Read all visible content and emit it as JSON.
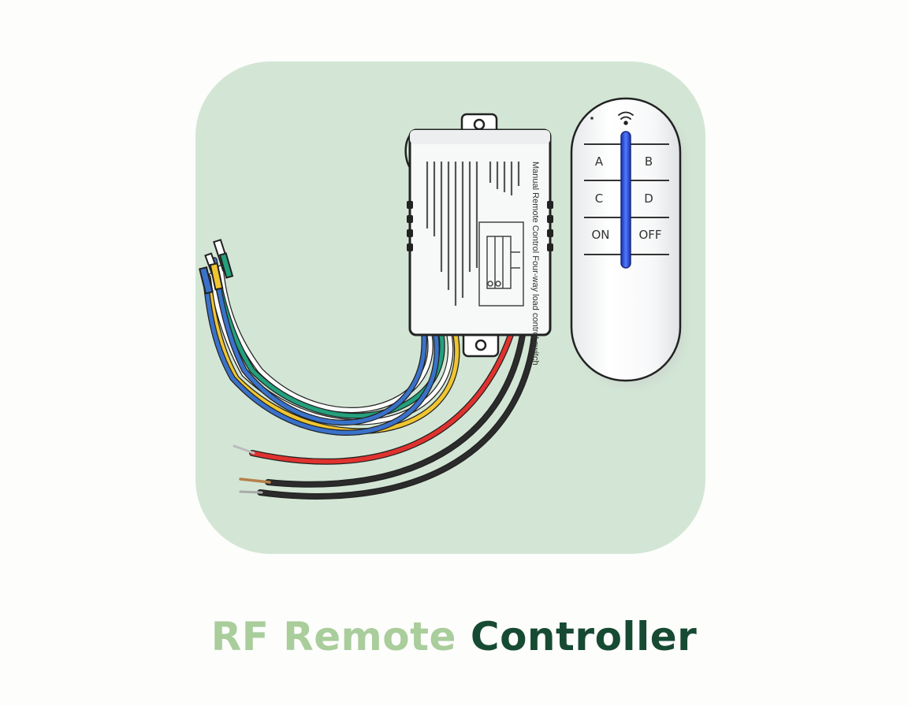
{
  "title": {
    "part1": "RF Remote",
    "part2": "Controller"
  },
  "remote": {
    "keys": [
      "A",
      "B",
      "C",
      "D",
      "ON",
      "OFF"
    ]
  },
  "module": {
    "heading": "Manual Remote Control Four-way load control switch"
  },
  "colors": {
    "background": "#fdfdfc",
    "tile": "#d3e6d5",
    "title_light": "#a9cd9b",
    "title_dark": "#174a33",
    "remote_indicator": "#2a4fd0",
    "wire_red": "#e0322e",
    "wire_blue": "#3a72c9",
    "wire_yellow": "#f0c531",
    "wire_green": "#23a07c",
    "wire_black": "#222222"
  }
}
